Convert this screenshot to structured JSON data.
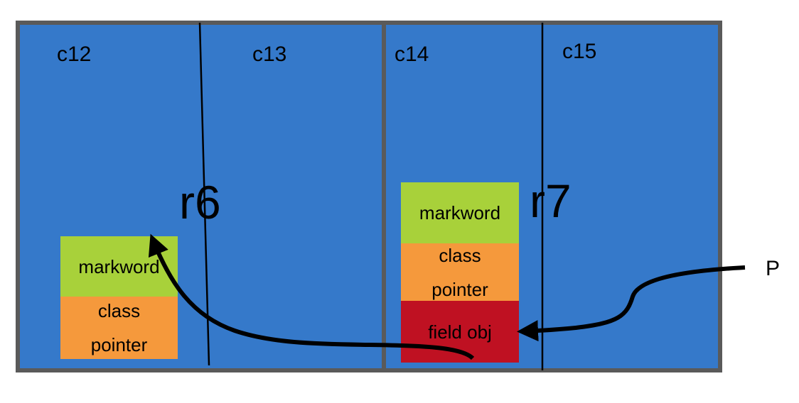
{
  "cards": [
    {
      "id": "c12",
      "label": "c12"
    },
    {
      "id": "c13",
      "label": "c13"
    },
    {
      "id": "c14",
      "label": "c14"
    },
    {
      "id": "c15",
      "label": "c15"
    }
  ],
  "regions": [
    {
      "id": "r6",
      "label": "r6"
    },
    {
      "id": "r7",
      "label": "r7"
    }
  ],
  "object_a": {
    "markword": "markword",
    "class_pointer": "class\npointer"
  },
  "object_b": {
    "markword": "markword",
    "class_pointer": "class\npointer",
    "field": "field obj"
  },
  "external_pointer": {
    "label": "P"
  },
  "colors": {
    "region_fill": "#3579CA",
    "region_border": "#5A5A5A",
    "markword": "#A8D13A",
    "class_pointer": "#F5993C",
    "field_obj": "#BF1122",
    "lines": "#000000"
  }
}
